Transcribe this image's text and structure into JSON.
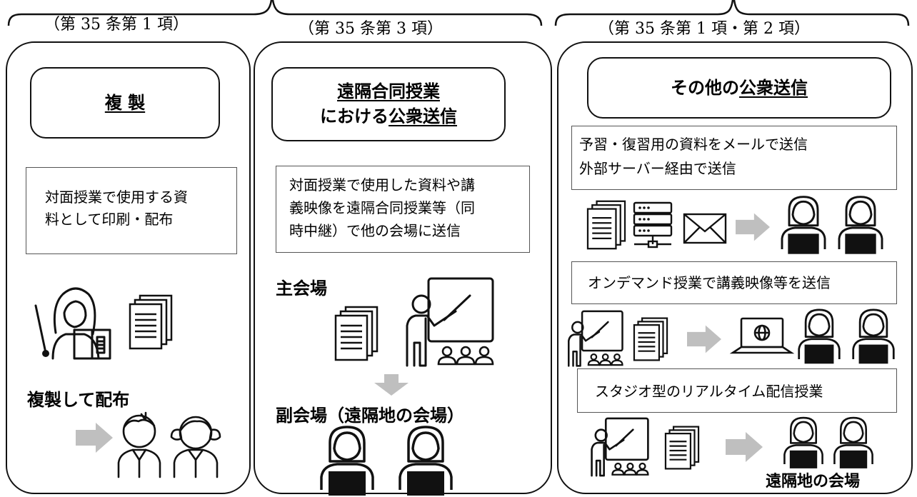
{
  "sections": {
    "left_caption": "（第 35 条第 1 項）",
    "middle_caption": "（第 35 条第 3 項）",
    "right_caption": "（第 35 条第 1 項・第 2 項）"
  },
  "panel_reproduction": {
    "title": "複 製",
    "description_line1": "対面授業で使用する資",
    "description_line2": "料として印刷・配布",
    "label": "複製して配布"
  },
  "panel_remote_joint": {
    "title_line1": "遠隔合同授業",
    "title_line2_plain": "における",
    "title_line2_underlined": "公衆送信",
    "description_line1": "対面授業で使用した資料や講",
    "description_line2": "義映像を遠隔合同授業等（同",
    "description_line3": "時中継）で他の会場に送信",
    "main_venue_label": "主会場",
    "sub_venue_label": "副会場（遠隔地の会場）"
  },
  "panel_other": {
    "title_plain": "その他の",
    "title_underlined": "公衆送信",
    "case1_line1": "予習・復習用の資料をメールで送信",
    "case1_line2": "外部サーバー経由で送信",
    "case2": "オンデマンド授業で講義映像等を送信",
    "case3": "スタジオ型のリアルタイム配信授業",
    "remote_label": "遠隔地の会場"
  },
  "icons": [
    "teacher-with-book-icon",
    "documents-icon",
    "arrow-right-icon",
    "student-boy-icon",
    "student-girl-icon",
    "lecturer-at-board-icon",
    "arrow-down-icon",
    "remote-student-icon",
    "server-icon",
    "envelope-icon",
    "laptop-globe-icon"
  ],
  "colors": {
    "line": "#111111",
    "arrow": "#bfbfbf"
  }
}
